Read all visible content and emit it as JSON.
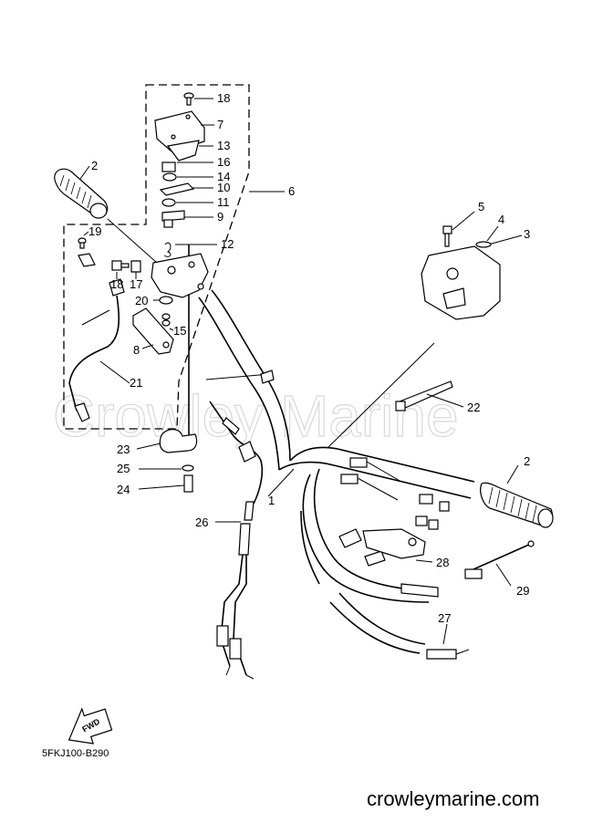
{
  "watermark": "Crowley Marine",
  "drawing_code": "5FKJ100-B290",
  "website": "crowleymarine.com",
  "fwd_label": "FWD",
  "callouts": {
    "c18a": "18",
    "c7": "7",
    "c13": "13",
    "c16": "16",
    "c14": "14",
    "c10": "10",
    "c11": "11",
    "c9": "9",
    "c6": "6",
    "c12": "12",
    "c2a": "2",
    "c19": "19",
    "c18b": "18",
    "c17": "17",
    "c20": "20",
    "c15": "15",
    "c8": "8",
    "c21": "21",
    "c23": "23",
    "c25": "25",
    "c24": "24",
    "c1": "1",
    "c26": "26",
    "c5": "5",
    "c4": "4",
    "c3": "3",
    "c22": "22",
    "c2b": "2",
    "c28": "28",
    "c29": "29",
    "c27": "27"
  }
}
